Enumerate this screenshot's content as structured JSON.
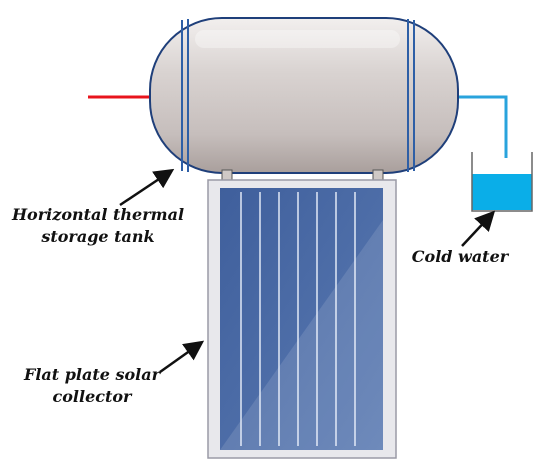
{
  "labels": {
    "tank": [
      "Horizontal thermal",
      "storage tank"
    ],
    "cold_water": "Cold water",
    "collector": [
      "Flat plate solar",
      "collector"
    ]
  },
  "colors": {
    "hot_pipe": "#e8141c",
    "cold_pipe": "#29a3dc",
    "water": "#0aaee8",
    "tank_body": "#d8d2d0",
    "tank_band": "#2e5fa6",
    "collector_panel": "#4a6aa6",
    "arrow": "#111111"
  },
  "icons": [
    "storage-tank-icon",
    "solar-collector-icon",
    "water-container-icon"
  ]
}
